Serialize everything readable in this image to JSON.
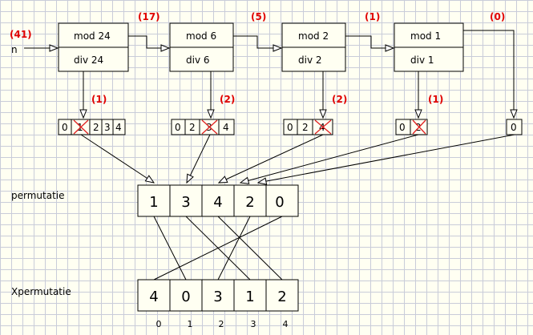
{
  "input": {
    "label": "n",
    "value": "(41)"
  },
  "stages": [
    {
      "mod": "mod 24",
      "div": "div 24",
      "carry": "(17)",
      "div_result": "(1)",
      "digits": [
        "0",
        "1",
        "2",
        "3",
        "4"
      ],
      "crossed": 1
    },
    {
      "mod": "mod 6",
      "div": "div 6",
      "carry": "(5)",
      "div_result": "(2)",
      "digits": [
        "0",
        "2",
        "3",
        "4"
      ],
      "crossed": 2
    },
    {
      "mod": "mod 2",
      "div": "div 2",
      "carry": "(1)",
      "div_result": "(2)",
      "digits": [
        "0",
        "2",
        "4"
      ],
      "crossed": 2
    },
    {
      "mod": "mod 1",
      "div": "div 1",
      "carry": "(0)",
      "div_result": "(1)",
      "digits": [
        "0",
        "2"
      ],
      "crossed": 1
    }
  ],
  "last_digit": "0",
  "permutatie": {
    "label": "permutatie",
    "values": [
      "1",
      "3",
      "4",
      "2",
      "0"
    ]
  },
  "xpermutatie": {
    "label": "Xpermutatie",
    "values": [
      "4",
      "0",
      "3",
      "1",
      "2"
    ],
    "indices": [
      "0",
      "1",
      "2",
      "3",
      "4"
    ]
  }
}
